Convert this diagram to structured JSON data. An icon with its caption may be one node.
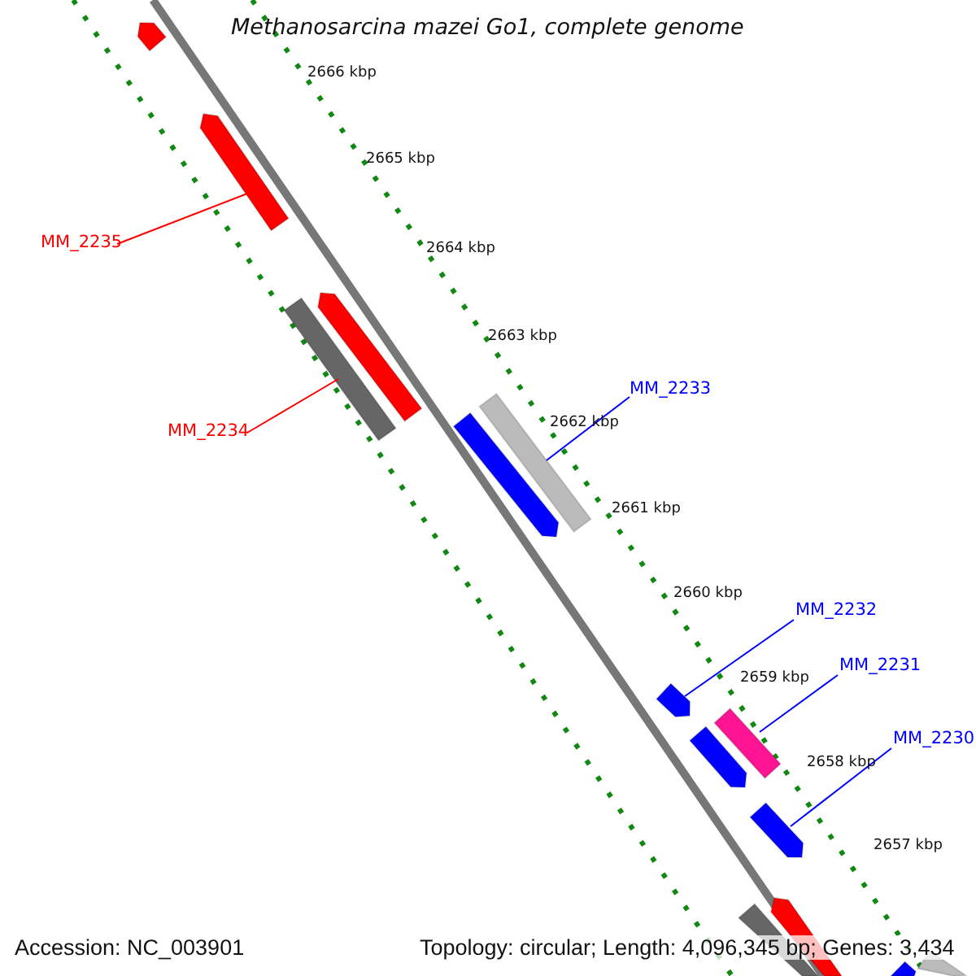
{
  "diagram": {
    "title": "Methanosarcina mazei Go1, complete genome",
    "nodes": [
      {
        "text": [],
        "shape": "bar"
      },
      {
        "text": [
          "MM_2235"
        ]
      },
      {
        "text": [],
        "shape": "bar"
      },
      {
        "text": [
          "MM_2234"
        ]
      },
      {
        "text": [],
        "shape": "bar"
      },
      {
        "text": [],
        "shape": "bar"
      },
      {
        "text": [
          "MM_2233"
        ]
      },
      {
        "text": [],
        "shape": "bar"
      },
      {
        "text": [],
        "shape": "bar"
      },
      {
        "text": [
          "MM_2232"
        ]
      },
      {
        "text": [],
        "shape": "bar"
      },
      {
        "text": [
          "MM_2231"
        ]
      },
      {
        "text": [],
        "shape": "bar"
      },
      {
        "text": [],
        "shape": "bar"
      },
      {
        "text": [
          "MM_2230"
        ]
      },
      {
        "text": [],
        "shape": "bar"
      },
      {
        "text": [],
        "shape": "bar"
      },
      {
        "text": [],
        "shape": "bar"
      },
      {
        "text": [],
        "shape": "bar"
      },
      {
        "text": [],
        "shape": "bar"
      }
    ],
    "edges": [
      {
        "from": 1,
        "to": 2,
        "arrow": "none",
        "color": "#ff0000"
      },
      {
        "from": 3,
        "to": 4,
        "arrow": "none",
        "color": "#ff0000"
      },
      {
        "from": 6,
        "to": 8,
        "arrow": "none"
      },
      {
        "from": 9,
        "to": 10,
        "arrow": "none"
      },
      {
        "from": 11,
        "to": 12,
        "arrow": "none"
      },
      {
        "from": 14,
        "to": 15,
        "arrow": "none"
      }
    ],
    "labels": [
      "2666 kbp",
      "2665 kbp",
      "2664 kbp",
      "2663 kbp",
      "2662 kbp",
      "2661 kbp",
      "2660 kbp",
      "2659 kbp",
      "2658 kbp",
      "2657 kbp",
      "Accession: NC_003901",
      "Topology: circular; Length: 4,096,345 bp; Genes: 3,434"
    ]
  }
}
